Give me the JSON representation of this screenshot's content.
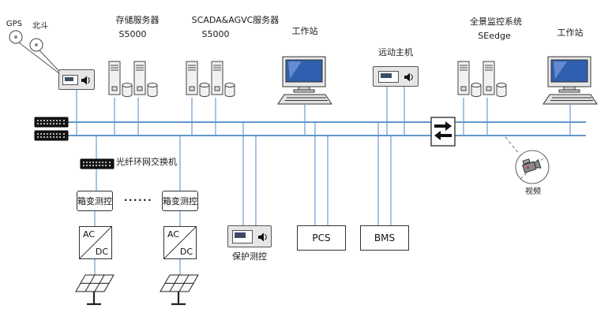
{
  "diagram": {
    "satellite": {
      "gps": "GPS",
      "beidou": "北斗"
    },
    "top_row": {
      "storage_server": {
        "title": "存储服务器",
        "model": "S5000"
      },
      "scada_server": {
        "title": "SCADA&AGVC服务器",
        "model": "S5000"
      },
      "workstation_left": "工作站",
      "telecontrol_host": "远动主机",
      "panoramic_system": {
        "title": "全景监控系统",
        "model": "SEedge"
      },
      "workstation_right": "工作站"
    },
    "network": {
      "fiber_ring_switch": "光纤环网交换机"
    },
    "field": {
      "box_transformer_left": "箱变测控",
      "box_transformer_right": "箱变测控",
      "ellipsis": "......",
      "converter_ac": "AC",
      "converter_dc": "DC",
      "protection_control": "保护测控",
      "pcs": "PCS",
      "bms": "BMS",
      "video": "视频"
    },
    "colors": {
      "bus": "#2e75b6",
      "connector": "#5b94cf",
      "screen": "#2f5fae"
    }
  }
}
